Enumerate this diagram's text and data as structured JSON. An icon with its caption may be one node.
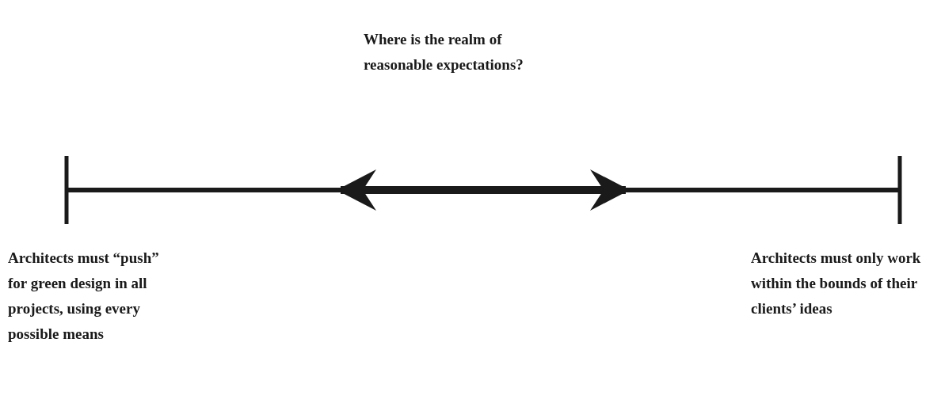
{
  "diagram": {
    "labels": [
      "Where is the realm of reasonable expectations?",
      "Architects must “push” for green design in all projects, using every possible means",
      "Architects must only work within the bounds of their clients’ ideas"
    ]
  }
}
